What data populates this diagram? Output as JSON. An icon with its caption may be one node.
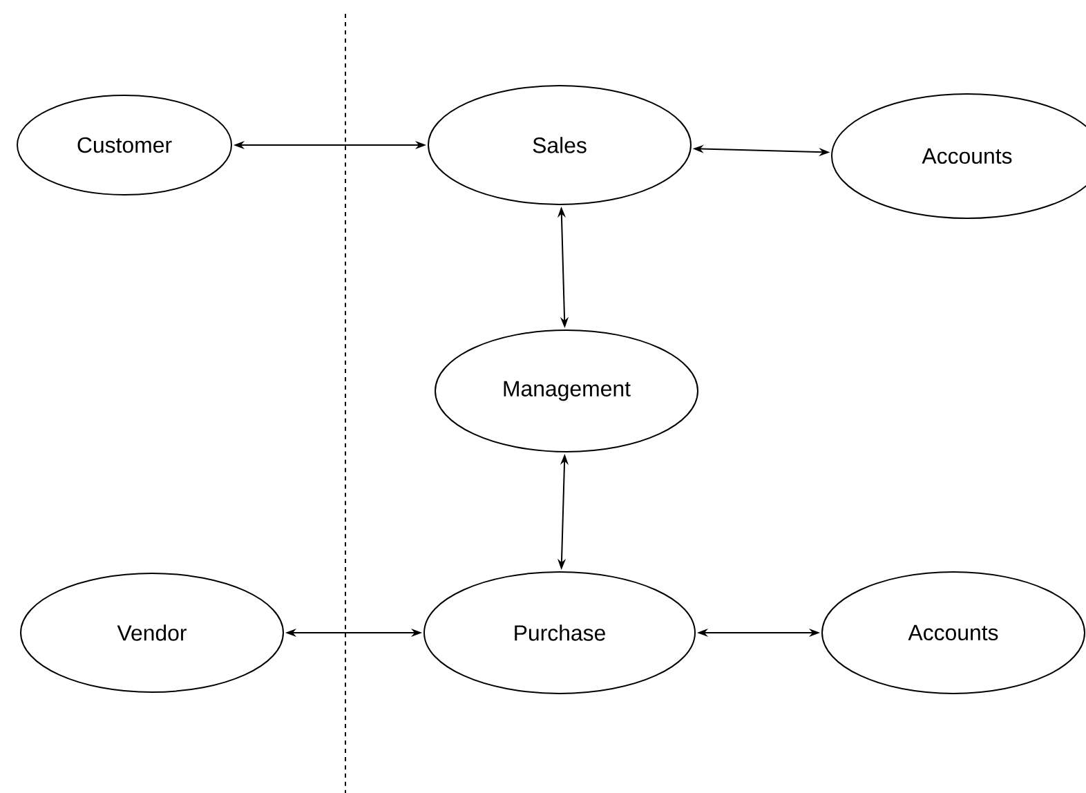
{
  "diagram": {
    "nodes": [
      {
        "text": [
          "Customer"
        ]
      },
      {
        "text": [
          "Sales"
        ]
      },
      {
        "text": [
          "Accounts"
        ]
      },
      {
        "text": [
          "Management"
        ]
      },
      {
        "text": [
          "Vendor"
        ]
      },
      {
        "text": [
          "Purchase"
        ]
      },
      {
        "text": [
          "Accounts"
        ]
      }
    ],
    "edges": [
      {
        "from": 0,
        "to": 1,
        "arrow": "both"
      },
      {
        "from": 1,
        "to": 2,
        "arrow": "both"
      },
      {
        "from": 1,
        "to": 3,
        "arrow": "both"
      },
      {
        "from": 3,
        "to": 5,
        "arrow": "both"
      },
      {
        "from": 4,
        "to": 5,
        "arrow": "both"
      },
      {
        "from": 5,
        "to": 6,
        "arrow": "both"
      }
    ]
  }
}
